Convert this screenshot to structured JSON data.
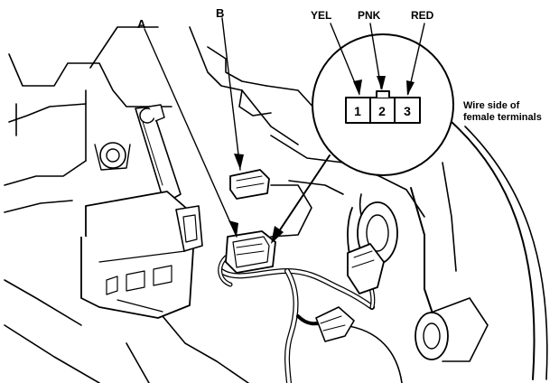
{
  "callouts": {
    "a": "A",
    "b": "B"
  },
  "wire_colors": {
    "yel": "YEL",
    "pnk": "PNK",
    "red": "RED"
  },
  "terminals": [
    "1",
    "2",
    "3"
  ],
  "note": {
    "line1": "Wire side of",
    "line2": "female terminals"
  }
}
